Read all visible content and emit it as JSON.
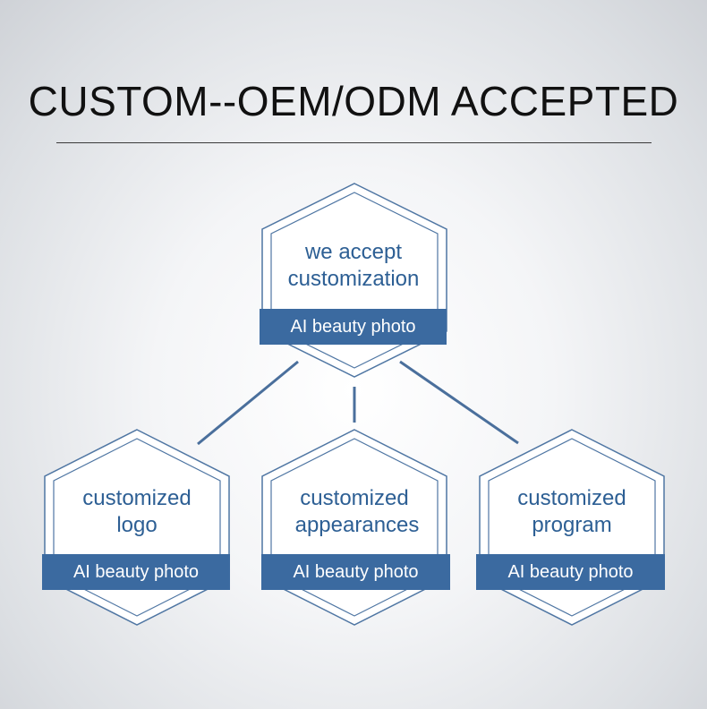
{
  "header": {
    "title": "CUSTOM--OEM/ODM ACCEPTED"
  },
  "colors": {
    "accent_blue": "#3b6aa0",
    "text_blue": "#2d5f94",
    "outline": "#4f76a3"
  },
  "nodes": {
    "top": {
      "line1": "we accept",
      "line2": "customization",
      "band": "AI beauty photo"
    },
    "left": {
      "line1": "customized",
      "line2": "logo",
      "band": "AI beauty photo"
    },
    "middle": {
      "line1": "customized",
      "line2": "appearances",
      "band": "AI beauty photo"
    },
    "right": {
      "line1": "customized",
      "line2": "program",
      "band": "AI beauty photo"
    }
  }
}
